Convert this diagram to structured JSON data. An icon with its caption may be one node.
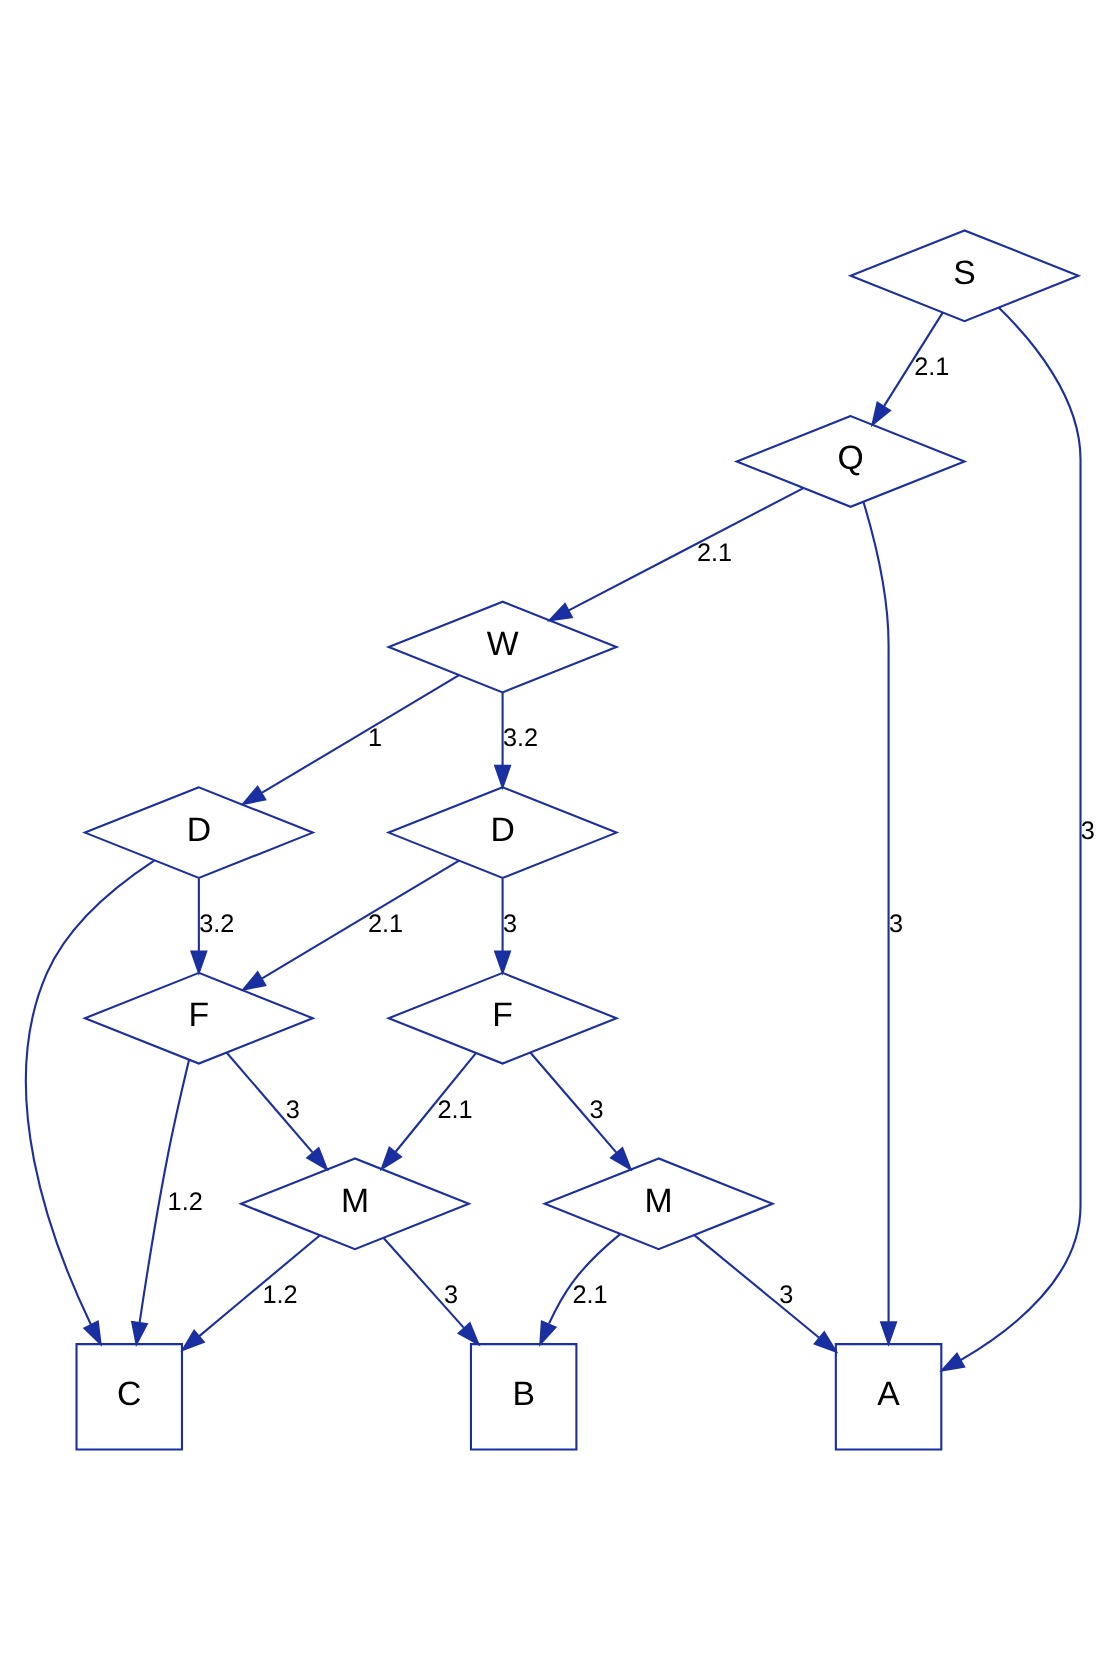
{
  "diagram": {
    "nodes": [
      {
        "text": [
          "S"
        ]
      },
      {
        "text": [
          "Q"
        ]
      },
      {
        "text": [
          "W"
        ]
      },
      {
        "text": [
          "D"
        ]
      },
      {
        "text": [
          "D"
        ]
      },
      {
        "text": [
          "F"
        ]
      },
      {
        "text": [
          "F"
        ]
      },
      {
        "text": [
          "M"
        ]
      },
      {
        "text": [
          "M"
        ]
      },
      {
        "text": [
          "A"
        ]
      },
      {
        "text": [
          "B"
        ]
      },
      {
        "text": [
          "C"
        ]
      }
    ],
    "edges": [
      {
        "from": 0,
        "to": 9,
        "arrow": "to",
        "label": "3"
      },
      {
        "from": 0,
        "to": 1,
        "arrow": "to",
        "label": "2.1"
      },
      {
        "from": 1,
        "to": 9,
        "arrow": "to",
        "label": "3"
      },
      {
        "from": 1,
        "to": 2,
        "arrow": "to",
        "label": "2.1"
      },
      {
        "from": 2,
        "to": 4,
        "arrow": "to",
        "label": "3.2"
      },
      {
        "from": 2,
        "to": 3,
        "arrow": "to",
        "label": "1"
      },
      {
        "from": 3,
        "to": 11,
        "arrow": "to"
      },
      {
        "from": 4,
        "to": 5,
        "arrow": "to",
        "label": "2.1"
      },
      {
        "from": 3,
        "to": 5,
        "arrow": "to",
        "label": "3.2"
      },
      {
        "from": 4,
        "to": 6,
        "arrow": "to",
        "label": "3"
      },
      {
        "from": 5,
        "to": 11,
        "arrow": "to",
        "label": "1.2"
      },
      {
        "from": 6,
        "to": 7,
        "arrow": "to",
        "label": "2.1"
      },
      {
        "from": 5,
        "to": 7,
        "arrow": "to",
        "label": "3"
      },
      {
        "from": 6,
        "to": 8,
        "arrow": "to",
        "label": "3"
      },
      {
        "from": 7,
        "to": 11,
        "arrow": "to",
        "label": "1.2"
      },
      {
        "from": 8,
        "to": 10,
        "arrow": "to",
        "label": "2.1"
      },
      {
        "from": 7,
        "to": 10,
        "arrow": "to",
        "label": "3"
      },
      {
        "from": 8,
        "to": 9,
        "arrow": "to",
        "label": "3"
      }
    ]
  }
}
